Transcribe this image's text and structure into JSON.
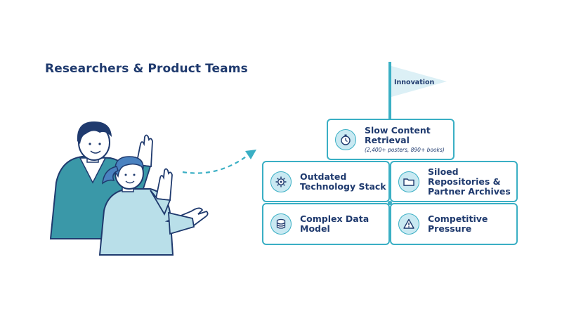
{
  "title": "Researchers & Product Teams",
  "flag_label": "Innovation",
  "colors": {
    "navy": "#1f3a6e",
    "teal": "#3aafc4",
    "light_blue": "#c9e9f2",
    "flag_fill": "#dcf0f6"
  },
  "cards": {
    "top": {
      "title": "Slow Content Retrieval",
      "subtitle": "(2,400+ posters, 890+ books)",
      "icon": "stopwatch-icon"
    },
    "mid_left": {
      "title": "Outdated Technology Stack",
      "icon": "gear-icon"
    },
    "mid_right": {
      "title": "Siloed Repositories & Partner Archives",
      "icon": "folder-icon"
    },
    "bottom_left": {
      "title": "Complex Data Model",
      "icon": "database-icon"
    },
    "bottom_right": {
      "title": "Competitive Pressure",
      "icon": "warning-icon"
    }
  }
}
